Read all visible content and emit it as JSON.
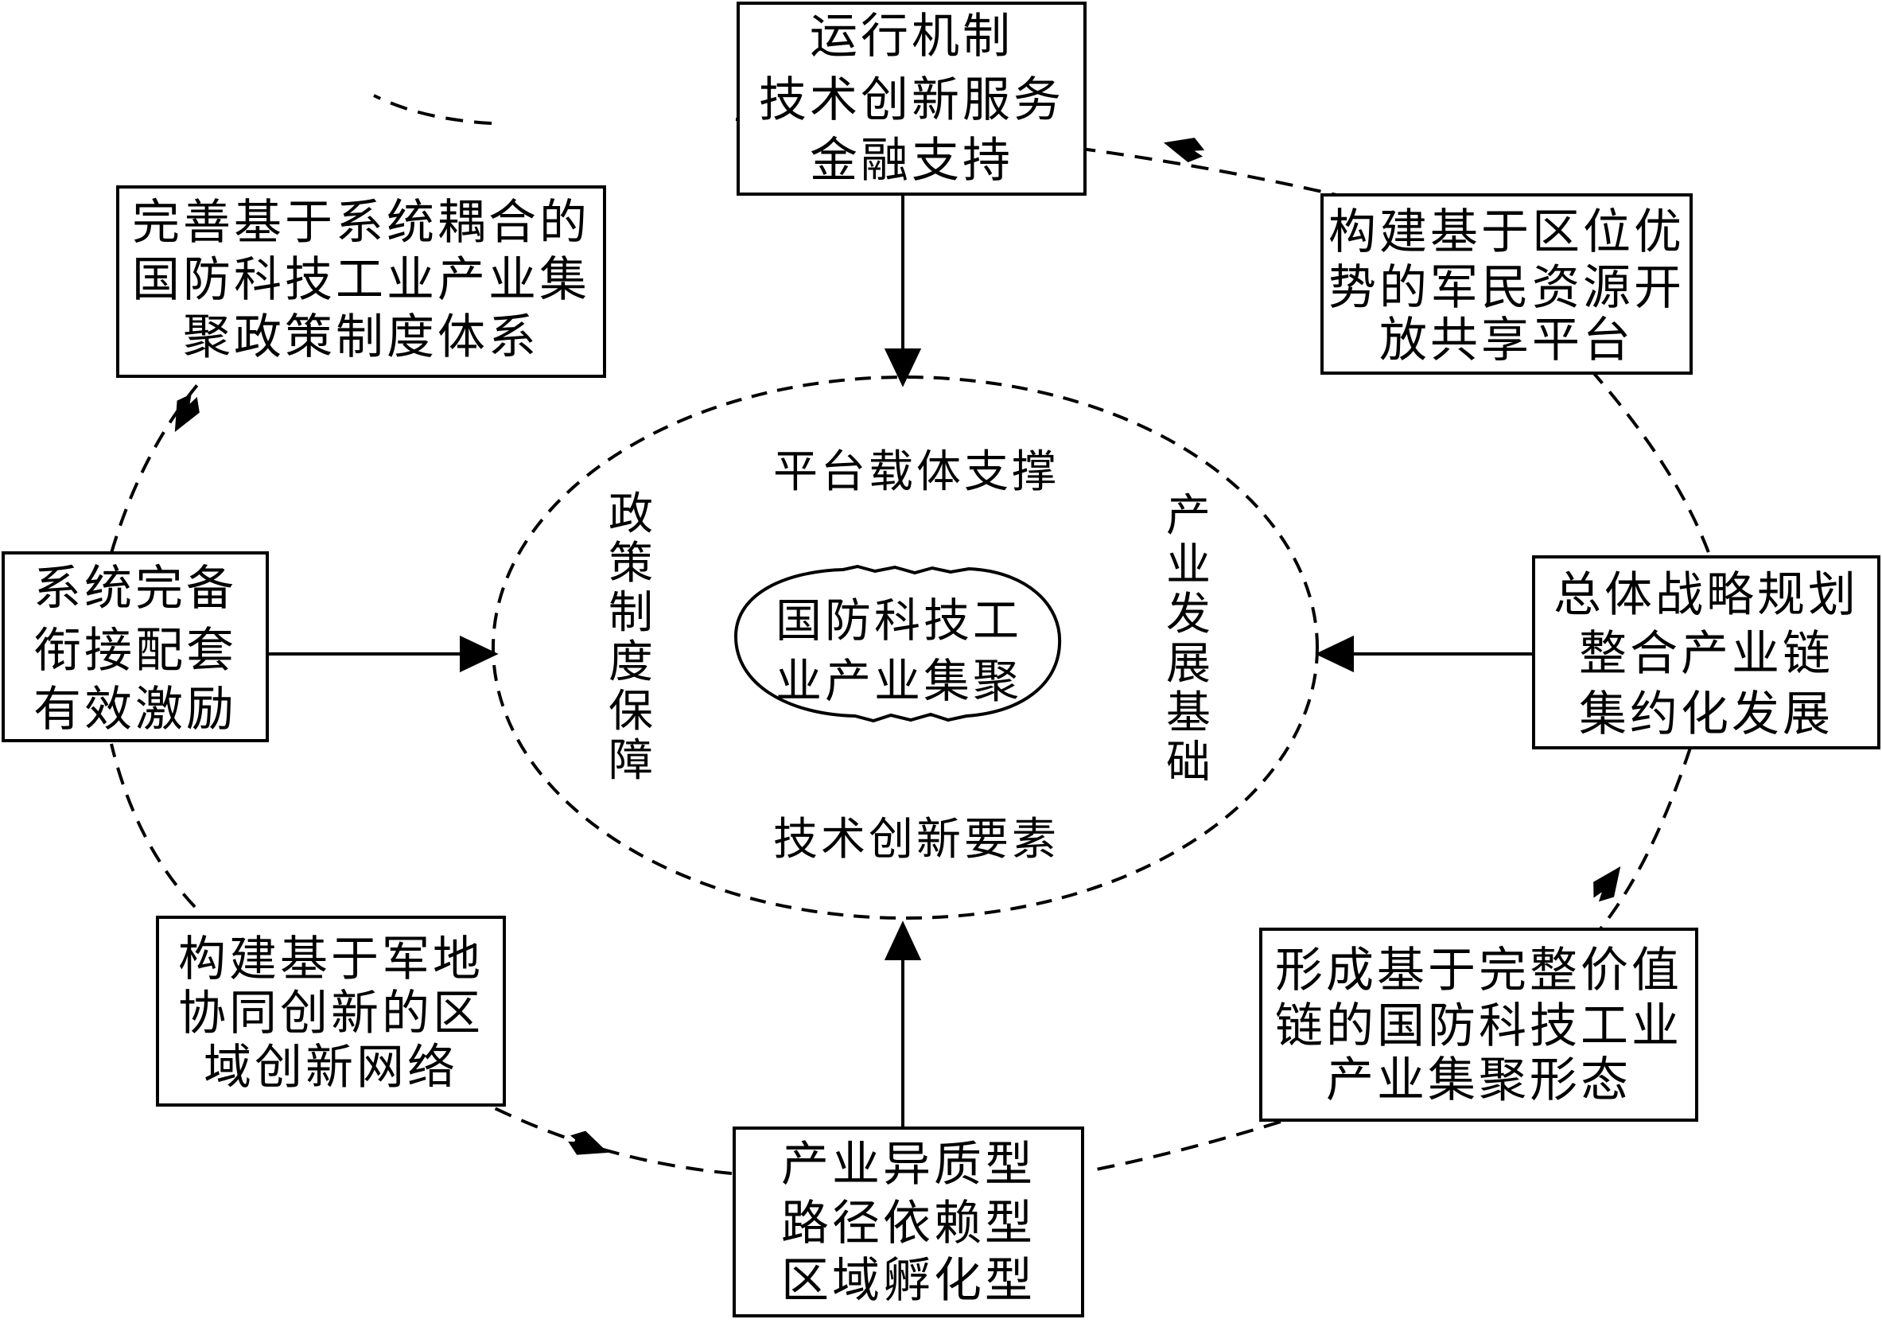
{
  "center": {
    "lines": [
      "国防科技工",
      "业产业集聚"
    ]
  },
  "inner": {
    "top": "平台载体支撑",
    "bottom": "技术创新要素",
    "left": "政策制度保障",
    "right": "产业发展基础"
  },
  "boxes": {
    "top": [
      "运行机制",
      "技术创新服务",
      "金融支持"
    ],
    "top_left": [
      "完善基于系统耦合的",
      "国防科技工业产业集",
      "聚政策制度体系"
    ],
    "top_right": [
      "构建基于区位优",
      "势的军民资源开",
      "放共享平台"
    ],
    "left": [
      "系统完备",
      "衔接配套",
      "有效激励"
    ],
    "right": [
      "总体战略规划",
      "整合产业链",
      "集约化发展"
    ],
    "bottom_left": [
      "构建基于军地",
      "协同创新的区",
      "域创新网络"
    ],
    "bottom_right": [
      "形成基于完整价值",
      "链的国防科技工业",
      "产业集聚形态"
    ],
    "bottom": [
      "产业异质型",
      "路径依赖型",
      "区域孵化型"
    ]
  }
}
